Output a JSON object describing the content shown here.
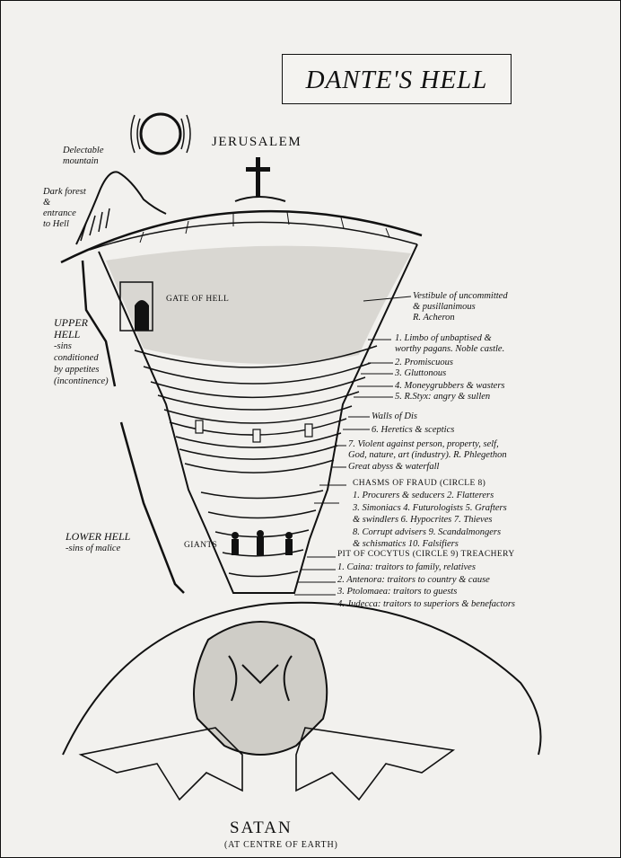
{
  "title": "DANTE'S HELL",
  "jerusalem": "JERUSALEM",
  "left_labels": {
    "delectable": [
      "Delectable",
      "mountain"
    ],
    "dark_forest": [
      "Dark forest",
      "&",
      "entrance",
      "to Hell"
    ],
    "upper_hell": [
      "UPPER",
      "HELL",
      "-sins",
      "conditioned",
      "by appetites",
      "(incontinence)"
    ],
    "lower_hell": [
      "LOWER HELL",
      "-sins of malice"
    ]
  },
  "gate": "GATE OF HELL",
  "giants": "GIANTS",
  "right_labels": {
    "vestibule": [
      "Vestibule of uncommitted",
      "& pusillanimous",
      "R. Acheron"
    ],
    "circle1": [
      "1. Limbo of unbaptised &",
      "worthy pagans. Noble castle."
    ],
    "circle2": "2. Promiscuous",
    "circle3": "3. Gluttonous",
    "circle4": "4. Moneygrubbers & wasters",
    "circle5": "5. R.Styx: angry & sullen",
    "walls": "Walls of Dis",
    "circle6": "6. Heretics & sceptics",
    "circle7": [
      "7. Violent against person, property, self,",
      "God, nature, art (industry). R. Phlegethon"
    ],
    "abyss": "Great abyss & waterfall",
    "fraud_title": "CHASMS OF FRAUD (CIRCLE 8)",
    "fraud_items": [
      "1. Procurers & seducers  2. Flatterers",
      "3. Simoniacs  4. Futurologists  5. Grafters",
      "& swindlers  6. Hypocrites  7. Thieves",
      "8. Corrupt advisers  9. Scandalmongers",
      "& schismatics  10. Falsifiers"
    ],
    "cocytus_title": "PIT OF COCYTUS (CIRCLE 9) TREACHERY",
    "cocytus_items": [
      "1. Caina: traitors to family, relatives",
      "2. Antenora: traitors to country & cause",
      "3. Ptolomaea: traitors to guests",
      "4. Judecca: traitors to superiors & benefactors"
    ]
  },
  "satan": "SATAN",
  "satan_sub": "(AT CENTRE OF EARTH)"
}
